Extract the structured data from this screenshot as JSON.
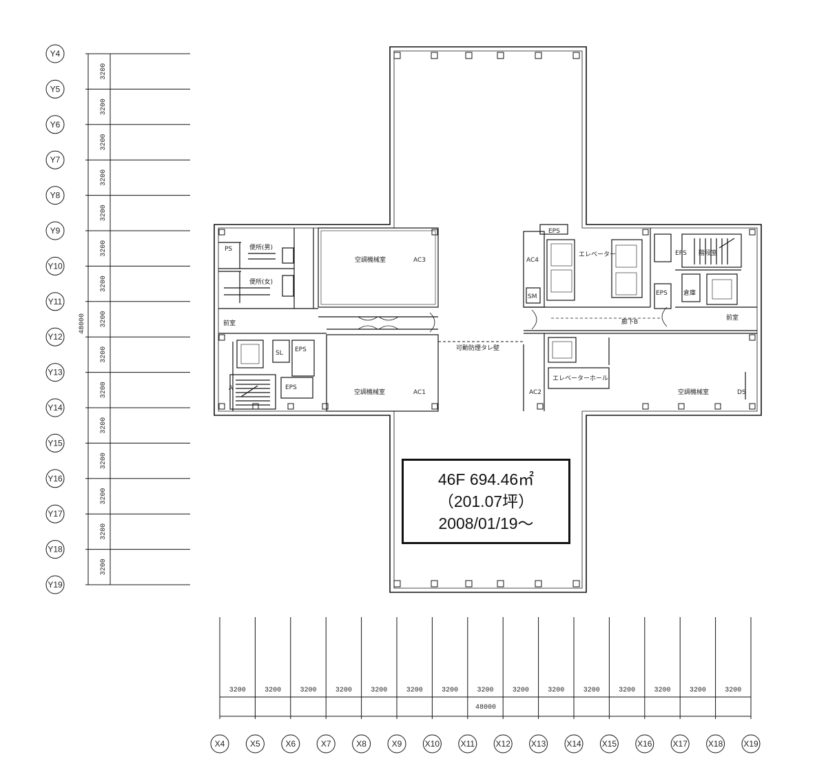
{
  "floor_info": {
    "line1": "46F  694.46㎡",
    "line2": "（201.07坪）",
    "line3": "2008/01/19～"
  },
  "y_axis": {
    "labels": [
      "Y4",
      "Y5",
      "Y6",
      "Y7",
      "Y8",
      "Y9",
      "Y10",
      "Y11",
      "Y12",
      "Y13",
      "Y14",
      "Y15",
      "Y16",
      "Y17",
      "Y18",
      "Y19"
    ],
    "spans": [
      "3200",
      "3200",
      "3200",
      "3200",
      "3200",
      "3200",
      "3200",
      "3200",
      "3200",
      "3200",
      "3200",
      "3200",
      "3200",
      "3200",
      "3200"
    ],
    "total": "48000"
  },
  "x_axis": {
    "labels": [
      "X4",
      "X5",
      "X6",
      "X7",
      "X8",
      "X9",
      "X10",
      "X11",
      "X12",
      "X13",
      "X14",
      "X15",
      "X16",
      "X17",
      "X18",
      "X19"
    ],
    "spans": [
      "3200",
      "3200",
      "3200",
      "3200",
      "3200",
      "3200",
      "3200",
      "3200",
      "3200",
      "3200",
      "3200",
      "3200",
      "3200",
      "3200",
      "3200"
    ],
    "total": "48000"
  },
  "rooms": {
    "ps": "PS",
    "wc_male": "便所(男)",
    "wc_female": "便所(女)",
    "machine_upper_left": "空調機械室",
    "ac3": "AC3",
    "ac1": "AC1",
    "machine_lower_left": "空調機械室",
    "lobby_left": "前室",
    "eps_left_1": "EPS",
    "eps_left_2": "EPS",
    "sl": "SL",
    "a": "A",
    "eps_top_right": "EPS",
    "ac4": "AC4",
    "sm": "SM",
    "elevator": "エレベーター",
    "eps_right_1": "EPS",
    "eps_right_2": "EPS",
    "stair_right": "階段室",
    "corridor": "廊下B",
    "storage": "倉庫",
    "lobby_right": "前室",
    "elev_hall": "エレベーターホール",
    "ac2": "AC2",
    "machine_lower_right": "空調機械室",
    "ds": "DS",
    "firewall_note": "可動防煙タレ壁"
  }
}
